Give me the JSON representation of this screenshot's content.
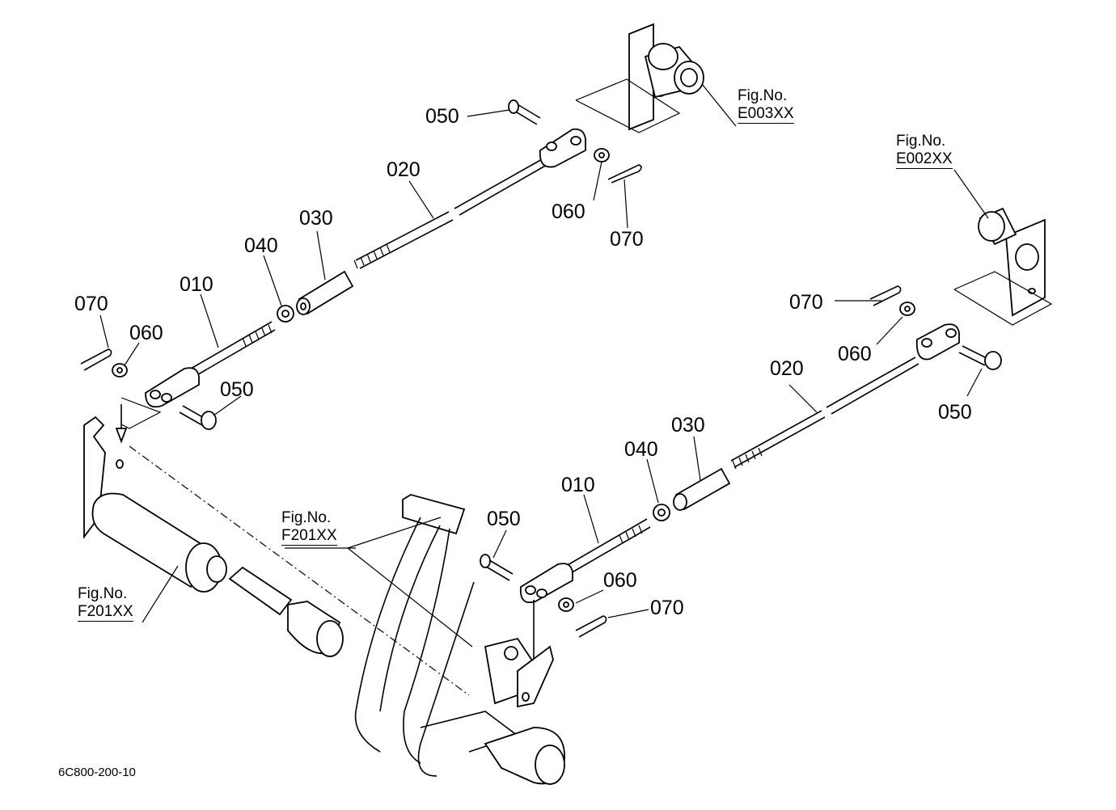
{
  "labels": {
    "upper_050": "050",
    "upper_020": "020",
    "upper_030": "030",
    "upper_040": "040",
    "upper_010": "010",
    "upper_060_right": "060",
    "upper_070_right": "070",
    "upper_070_left": "070",
    "upper_060_left": "060",
    "upper_050_left": "050",
    "lower_070_top": "070",
    "lower_060_top": "060",
    "lower_050_right": "050",
    "lower_020": "020",
    "lower_030": "030",
    "lower_040": "040",
    "lower_010": "010",
    "lower_050_left": "050",
    "lower_060_bottom": "060",
    "lower_070_bottom": "070"
  },
  "figure_refs": {
    "e003": {
      "prefix": "Fig.No.",
      "code": "E003XX"
    },
    "e002": {
      "prefix": "Fig.No.",
      "code": "E002XX"
    },
    "f201_center": {
      "prefix": "Fig.No.",
      "code": "F201XX"
    },
    "f201_left": {
      "prefix": "Fig.No.",
      "code": "F201XX"
    }
  },
  "document_number": "6C800-200-10"
}
